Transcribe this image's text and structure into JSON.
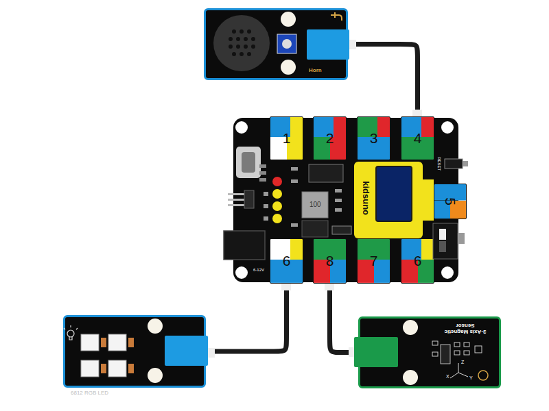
{
  "diagram": {
    "nodes": [
      {
        "text": [
          "Horn"
        ]
      },
      {
        "text": [
          "kidsuno"
        ]
      },
      {
        "text": [
          "1"
        ],
        "in": 1
      },
      {
        "text": [
          "2"
        ],
        "in": 1
      },
      {
        "text": [
          "3"
        ],
        "in": 1
      },
      {
        "text": [
          "4"
        ],
        "in": 1
      },
      {
        "text": [
          "5"
        ],
        "in": 1
      },
      {
        "text": [
          "6"
        ],
        "in": 1
      },
      {
        "text": [
          "8"
        ],
        "in": 1
      },
      {
        "text": [
          "7"
        ],
        "in": 1
      },
      {
        "text": [
          "6"
        ],
        "in": 1
      },
      {
        "text": [
          "6812 RGB LED"
        ]
      },
      {
        "text": [
          "3-Axis Magnetic Sensor"
        ]
      }
    ],
    "edges": [
      {
        "from": 0,
        "to": 5,
        "arrow": "none"
      },
      {
        "from": 11,
        "to": 7,
        "arrow": "none"
      },
      {
        "from": 12,
        "to": 8,
        "arrow": "none"
      }
    ],
    "labels": [
      "RESET",
      "6-12V",
      "100",
      "X",
      "Y",
      "Z"
    ]
  }
}
